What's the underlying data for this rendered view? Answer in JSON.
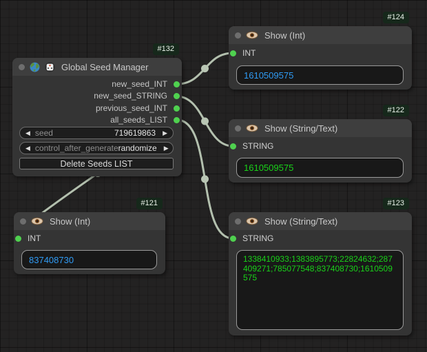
{
  "graph": {
    "links": [
      {
        "from": "Global Seed Manager.new_seed_INT",
        "to": "#124 Show (Int).INT"
      },
      {
        "from": "Global Seed Manager.new_seed_STRING",
        "to": "#122 Show (String/Text).STRING"
      },
      {
        "from": "Global Seed Manager.previous_seed_INT",
        "to": "#121 Show (Int).INT"
      },
      {
        "from": "Global Seed Manager.all_seeds_LIST",
        "to": "#123 Show (String/Text).STRING"
      }
    ]
  },
  "nodes": {
    "seed_manager": {
      "id_badge": "#132",
      "title": "Global Seed Manager",
      "outputs": [
        "new_seed_INT",
        "new_seed_STRING",
        "previous_seed_INT",
        "all_seeds_LIST"
      ],
      "widgets": {
        "seed": {
          "label": "seed",
          "value": "719619863"
        },
        "control_after_generate": {
          "label": "control_after_generate",
          "value": "randomize"
        },
        "delete_button_label": "Delete Seeds LIST"
      }
    },
    "show_int_124": {
      "id_badge": "#124",
      "title": "Show (Int)",
      "input_label": "INT",
      "value": "1610509575"
    },
    "show_string_122": {
      "id_badge": "#122",
      "title": "Show (String/Text)",
      "input_label": "STRING",
      "value": "1610509575"
    },
    "show_int_121": {
      "id_badge": "#121",
      "title": "Show (Int)",
      "input_label": "INT",
      "value": "837408730"
    },
    "show_string_123": {
      "id_badge": "#123",
      "title": "Show (String/Text)",
      "input_label": "STRING",
      "value": "1338410933;1383895773;22824632;287409271;785077548;837408730;1610509575"
    }
  },
  "colors": {
    "slot_green": "#4fd14f",
    "wire": "#b3c0ae",
    "int_value_text": "#2f9bf4",
    "string_value_text": "#19d219",
    "badge_bg": "#16281b",
    "node_bg": "#343434",
    "node_title_bg": "#3e3e3e",
    "canvas_bg": "#232222"
  }
}
